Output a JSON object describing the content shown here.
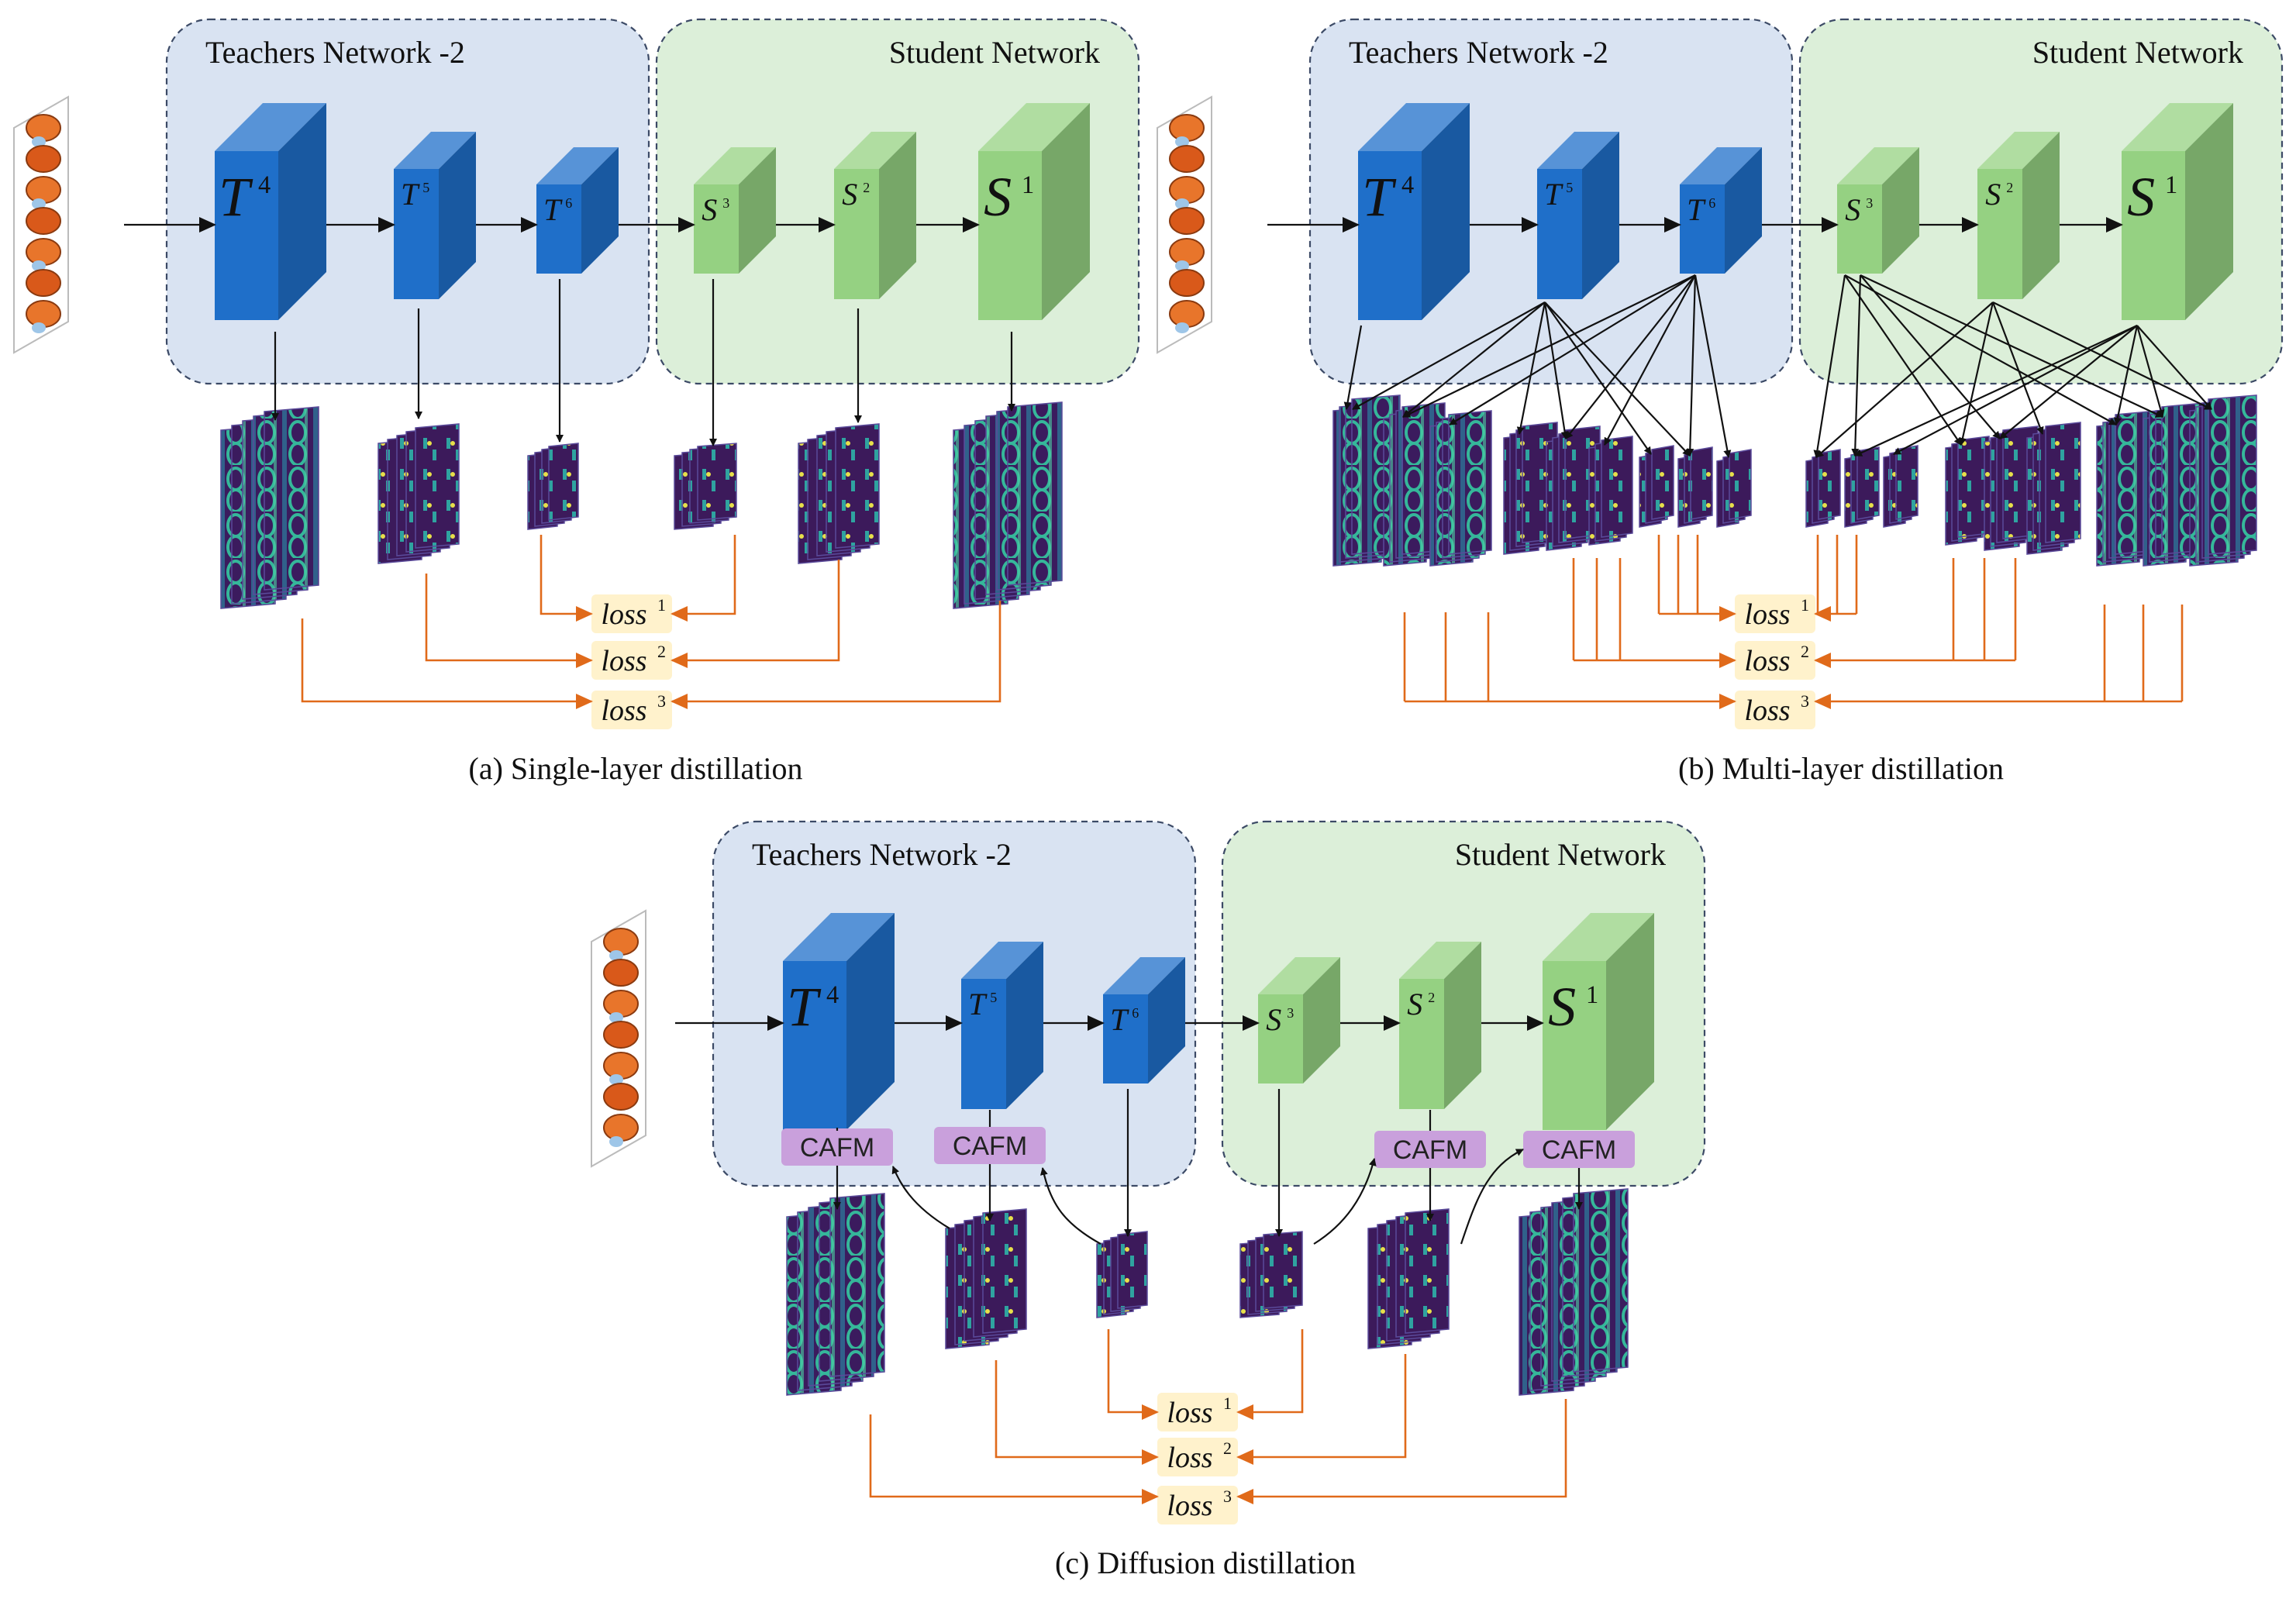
{
  "teacher_title": "Teachers Network -2",
  "student_title": "Student Network",
  "layers": {
    "T4": {
      "base": "T",
      "sup": "4"
    },
    "T5": {
      "base": "T",
      "sup": "5"
    },
    "T6": {
      "base": "T",
      "sup": "6"
    },
    "S3": {
      "base": "S",
      "sup": "3"
    },
    "S2": {
      "base": "S",
      "sup": "2"
    },
    "S1": {
      "base": "S",
      "sup": "1"
    }
  },
  "losses": [
    {
      "base": "loss",
      "sup": "1"
    },
    {
      "base": "loss",
      "sup": "2"
    },
    {
      "base": "loss",
      "sup": "3"
    }
  ],
  "cafm_label": "CAFM",
  "captions": {
    "a": "(a) Single-layer distillation",
    "b": "(b) Multi-layer distillation",
    "c": "(c) Diffusion distillation"
  },
  "colors": {
    "teacher_region": "#d9e3f2",
    "student_region": "#dcefd9",
    "teacher_block": "#1f6fc9",
    "student_block": "#95d182",
    "loss_box": "#fff2cc",
    "loss_arrow": "#e06a1a",
    "cafm_box": "#c9a0dc",
    "featuremap_main": "#3b1b5e",
    "featuremap_accent": "#21a3a3"
  }
}
